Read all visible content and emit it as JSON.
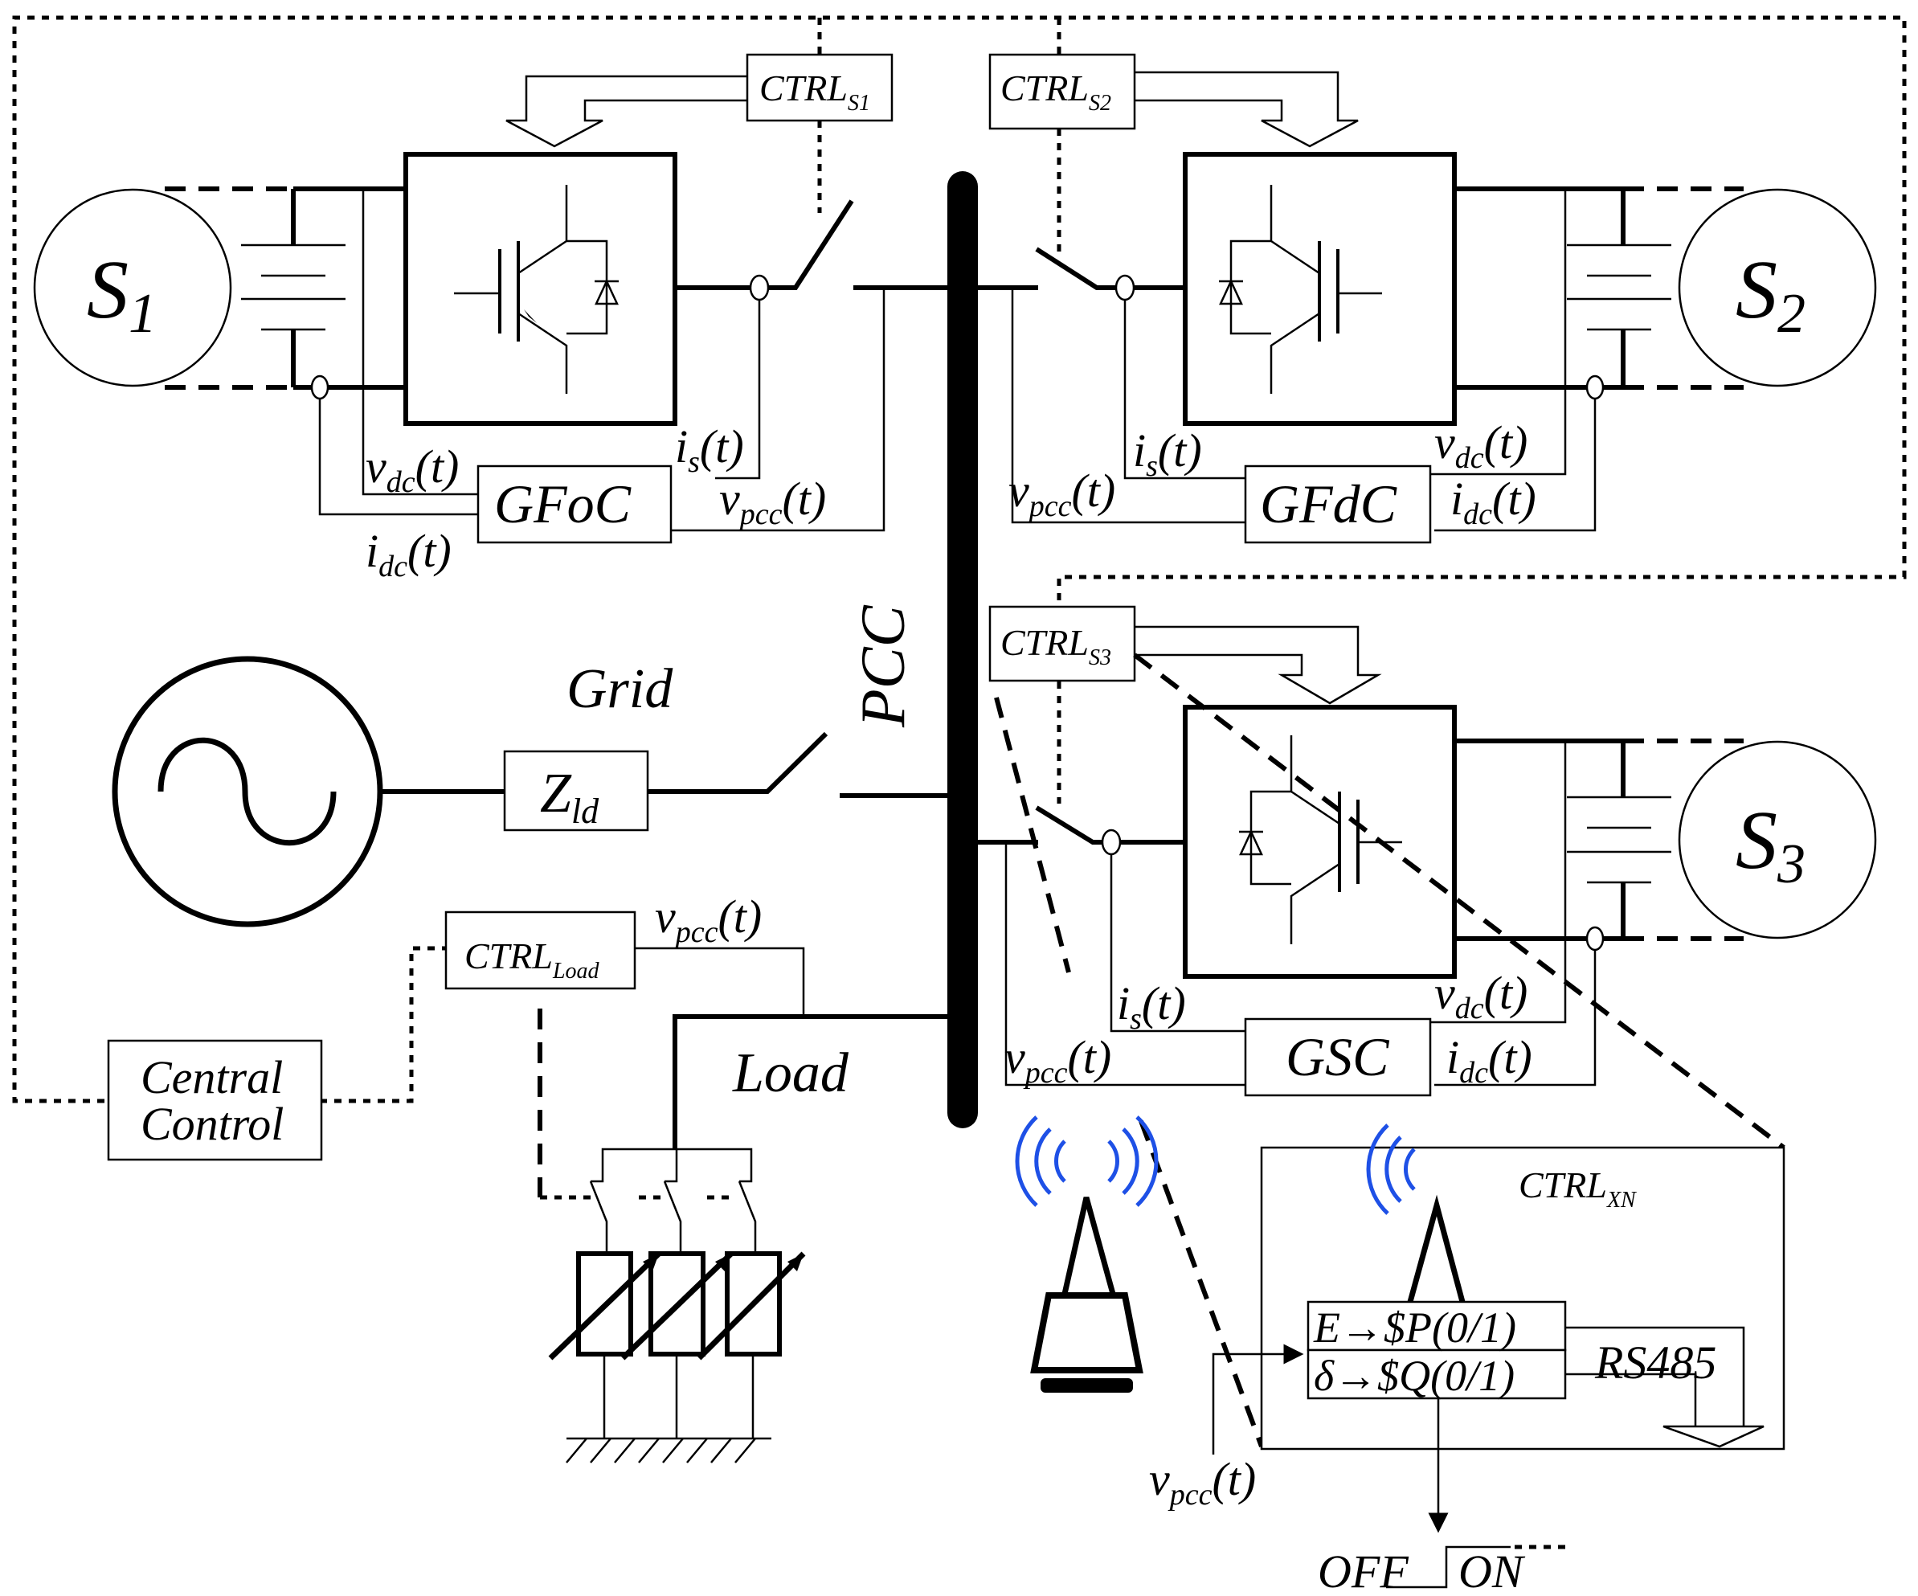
{
  "sources": {
    "s1": "S",
    "s1_sub": "1",
    "s2": "S",
    "s2_sub": "2",
    "s3": "S",
    "s3_sub": "3"
  },
  "controllers": {
    "ctrl_s1": "CTRL",
    "ctrl_s1_sub": "S1",
    "ctrl_s2": "CTRL",
    "ctrl_s2_sub": "S2",
    "ctrl_s3": "CTRL",
    "ctrl_s3_sub": "S3",
    "ctrl_load": "CTRL",
    "ctrl_load_sub": "Load",
    "ctrl_xn": "CTRL",
    "ctrl_xn_sub": "XN"
  },
  "control_blocks": {
    "gfoc": "GFoC",
    "gfdc": "GFdC",
    "gsc": "GSC",
    "central_line1": "Central",
    "central_line2": "Control"
  },
  "signals": {
    "v": "v",
    "i": "i",
    "dc": "dc",
    "s": "s",
    "pcc": "pcc",
    "t": "(t)"
  },
  "labels": {
    "pcc": "PCC",
    "grid": "Grid",
    "load": "Load",
    "zld": "Z",
    "zld_sub": "ld",
    "rs485": "RS485",
    "off": "OFF",
    "on": "ON"
  },
  "ctrl_xn": {
    "row1": "E→$P(0/1)",
    "row2": "δ→$Q(0/1)"
  }
}
